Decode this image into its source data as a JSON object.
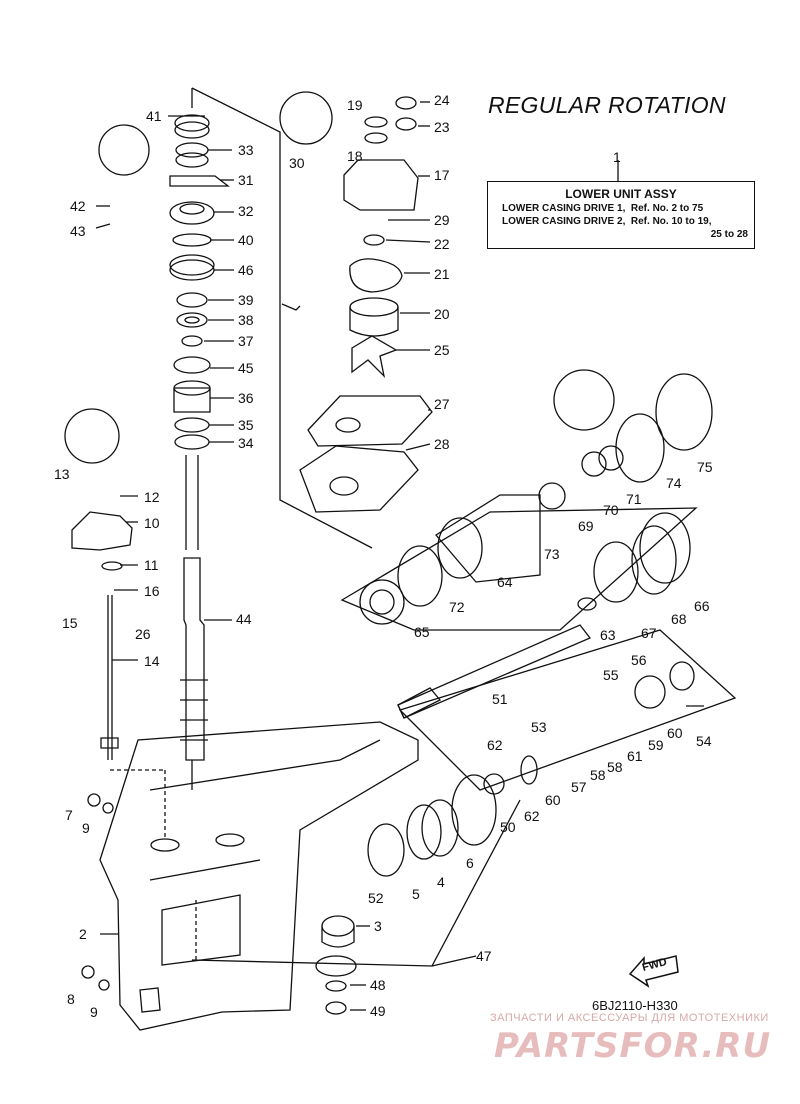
{
  "title": "REGULAR ROTATION",
  "assembly_table": {
    "ref": "1",
    "header": "LOWER UNIT ASSY",
    "row1": "LOWER CASING DRIVE 1,  Ref. No. 2 to 75",
    "row2": "LOWER CASING DRIVE 2,  Ref. No. 10 to 19,",
    "row3": "25 to 28"
  },
  "diagram_code": "6BJ2110-H330",
  "fwd_label": "FWD",
  "watermark": {
    "caption": "ЗАПЧАСТИ И АКСЕССУАРЫ ДЛЯ МОТОТЕХНИКИ",
    "logo": "PARTSFOR.RU"
  },
  "callouts": [
    "2",
    "3",
    "4",
    "5",
    "6",
    "7",
    "8",
    "9",
    "9",
    "10",
    "11",
    "12",
    "13",
    "14",
    "15",
    "16",
    "17",
    "18",
    "19",
    "20",
    "21",
    "22",
    "23",
    "24",
    "25",
    "26",
    "27",
    "28",
    "29",
    "30",
    "31",
    "32",
    "33",
    "34",
    "35",
    "36",
    "37",
    "38",
    "39",
    "40",
    "41",
    "42",
    "43",
    "44",
    "45",
    "46",
    "47",
    "48",
    "49",
    "50",
    "51",
    "52",
    "53",
    "54",
    "55",
    "56",
    "57",
    "58",
    "58",
    "59",
    "60",
    "60",
    "61",
    "62",
    "62",
    "63",
    "64",
    "65",
    "66",
    "67",
    "68",
    "69",
    "70",
    "71",
    "72",
    "73",
    "74",
    "75"
  ],
  "colors": {
    "line": "#111111",
    "watermark": "#e7bcbc"
  }
}
